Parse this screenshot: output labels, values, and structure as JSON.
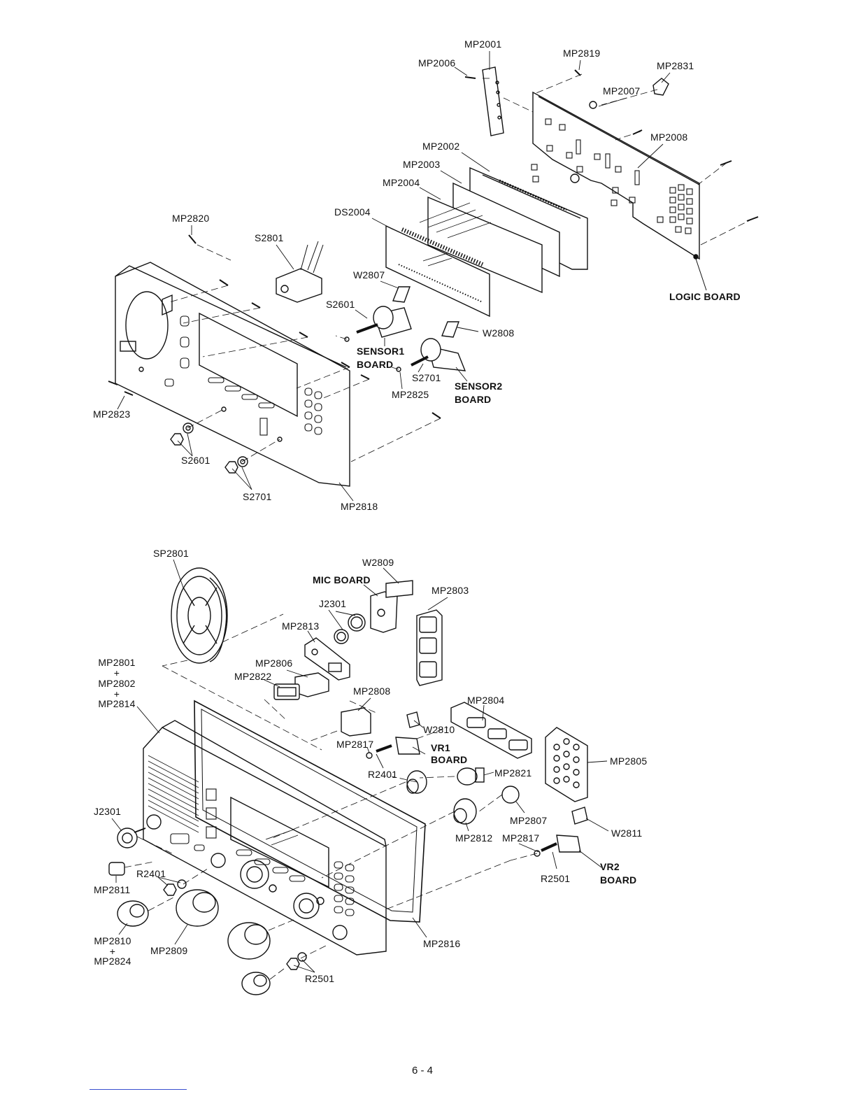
{
  "labels": {
    "mp2001": "MP2001",
    "mp2006": "MP2006",
    "mp2819": "MP2819",
    "mp2831": "MP2831",
    "mp2007": "MP2007",
    "mp2008": "MP2008",
    "mp2002": "MP2002",
    "mp2003": "MP2003",
    "mp2004": "MP2004",
    "ds2004": "DS2004",
    "mp2820": "MP2820",
    "s2801": "S2801",
    "w2807": "W2807",
    "s2601": "S2601",
    "w2808": "W2808",
    "logic_board": "LOGIC BOARD",
    "sensor1": "SENSOR1",
    "board": "BOARD",
    "s2701": "S2701",
    "sensor2": "SENSOR2",
    "mp2825": "MP2825",
    "mp2823": "MP2823",
    "mp2818": "MP2818",
    "sp2801": "SP2801",
    "w2809": "W2809",
    "mic_board": "MIC BOARD",
    "mp2803": "MP2803",
    "j2301": "J2301",
    "mp2813": "MP2813",
    "mp2801": "MP2801",
    "plus": "+",
    "mp2802": "MP2802",
    "mp2814": "MP2814",
    "mp2806": "MP2806",
    "mp2822": "MP2822",
    "mp2808": "MP2808",
    "mp2804": "MP2804",
    "w2810": "W2810",
    "mp2817": "MP2817",
    "vr1": "VR1",
    "r2401": "R2401",
    "mp2805": "MP2805",
    "mp2821": "MP2821",
    "mp2807": "MP2807",
    "mp2812": "MP2812",
    "w2811": "W2811",
    "r2501": "R2501",
    "vr2": "VR2",
    "mp2811": "MP2811",
    "mp2810": "MP2810",
    "mp2824": "MP2824",
    "mp2809": "MP2809",
    "mp2816": "MP2816"
  },
  "page_number": "6 - 4"
}
